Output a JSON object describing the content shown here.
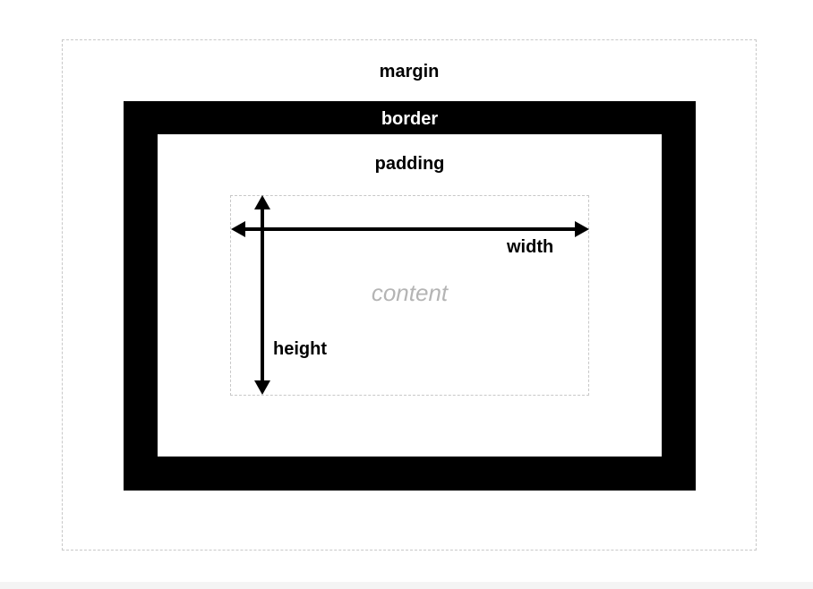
{
  "diagram": {
    "labels": {
      "margin": "margin",
      "border": "border",
      "padding": "padding",
      "content": "content",
      "width": "width",
      "height": "height"
    },
    "colors": {
      "border_fill": "#000000",
      "dashed_outline": "#c8c8c8",
      "content_text": "#b4b4b4",
      "arrow": "#000000"
    }
  }
}
